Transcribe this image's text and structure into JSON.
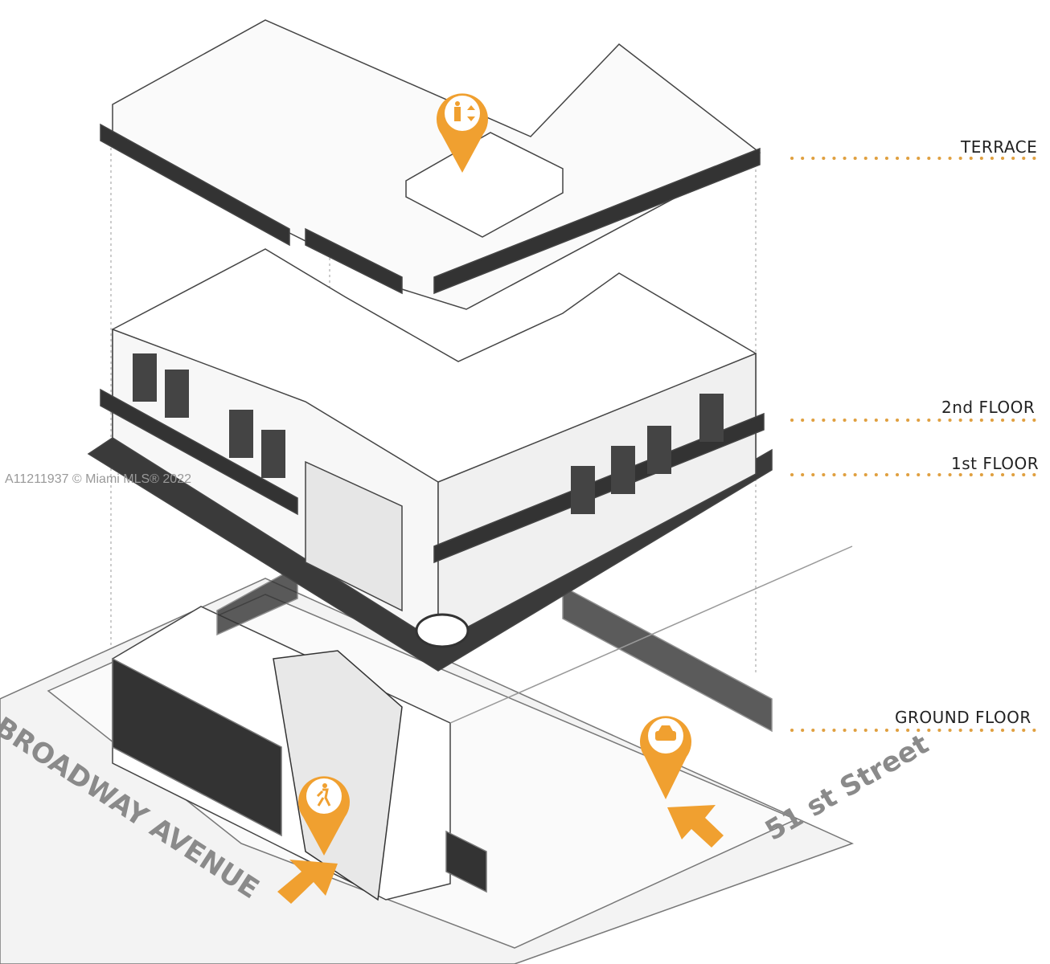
{
  "levels": [
    {
      "label": "TERRACE"
    },
    {
      "label": "2nd FLOOR"
    },
    {
      "label": "1st FLOOR"
    },
    {
      "label": "GROUND FLOOR"
    }
  ],
  "streets": {
    "west": "BROADWAY AVENUE",
    "south": "51 st Street"
  },
  "watermark": "A11211937 © Miami MLS® 2022",
  "markers": [
    {
      "icon": "elevator-person-icon",
      "level": "TERRACE"
    },
    {
      "icon": "car-icon",
      "level": "GROUND FLOOR"
    },
    {
      "icon": "pedestrian-icon",
      "level": "GROUND FLOOR"
    }
  ],
  "colors": {
    "accent": "#f0a030",
    "slab": "#3a3a3a",
    "line": "#555555"
  }
}
